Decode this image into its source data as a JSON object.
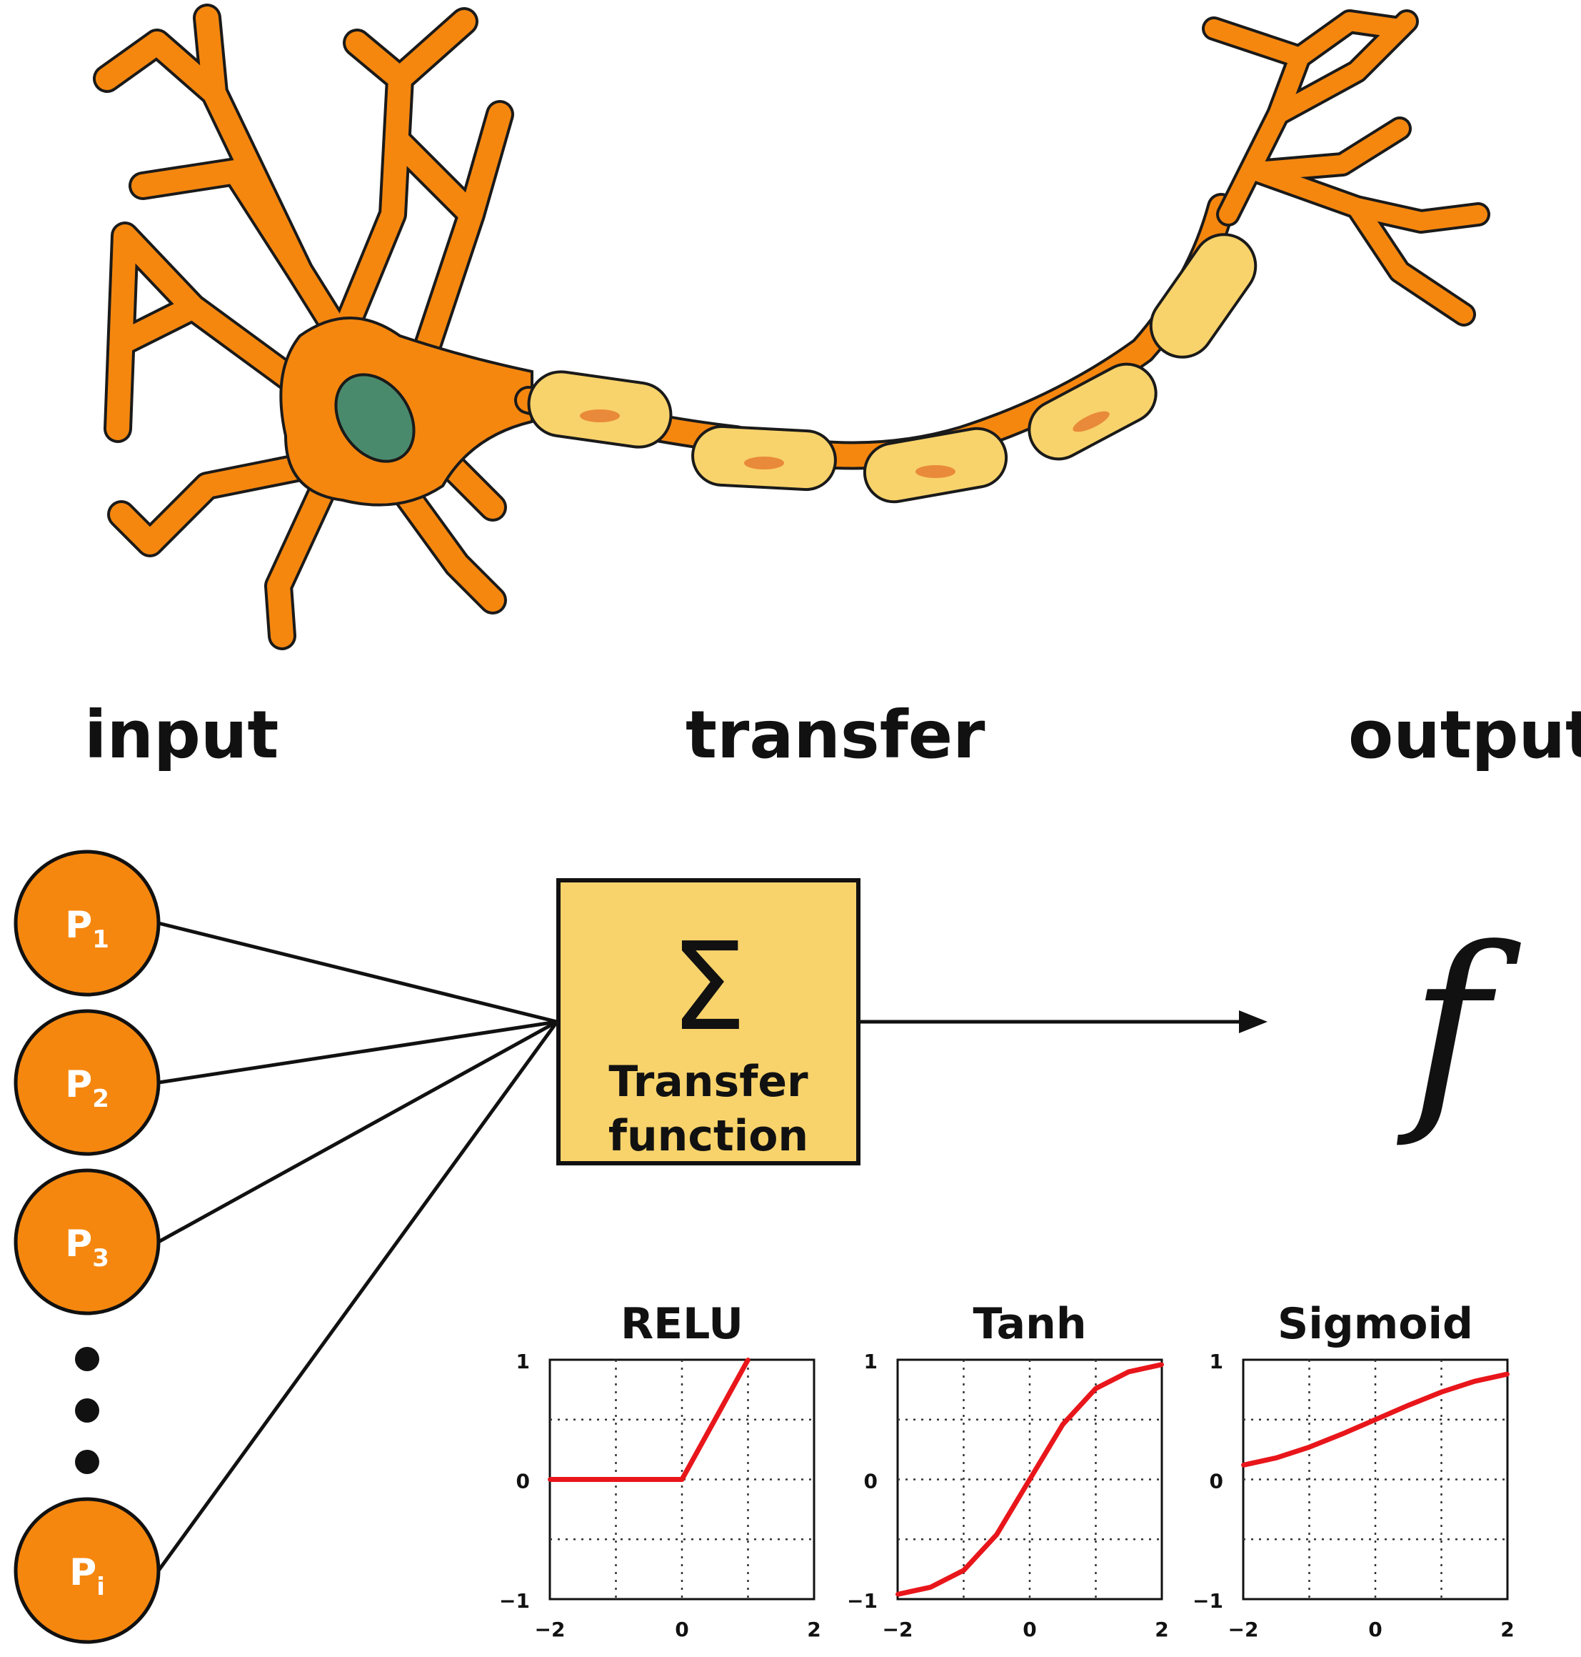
{
  "labels": {
    "input": "input",
    "transfer": "transfer",
    "output": "output"
  },
  "inputs": [
    {
      "base": "P",
      "sub": "1"
    },
    {
      "base": "P",
      "sub": "2"
    },
    {
      "base": "P",
      "sub": "3"
    },
    {
      "base": "P",
      "sub": "i"
    }
  ],
  "transfer_box": {
    "symbol": "Σ",
    "line1": "Transfer",
    "line2": "function"
  },
  "output_symbol": "f",
  "colors": {
    "neuron": "#f5870f",
    "myelin": "#f8d36b",
    "nucleus": "#4a8a6c",
    "box": "#f8d36b",
    "curve": "#e8161b"
  },
  "chart_data": [
    {
      "type": "line",
      "title": "RELU",
      "x": [
        -2,
        0,
        1
      ],
      "y": [
        0,
        0,
        1
      ],
      "xlim": [
        -2,
        2
      ],
      "ylim": [
        -1,
        1
      ],
      "xticks": [
        "−2",
        "0",
        "2"
      ],
      "yticks": [
        "1",
        "0",
        "−1"
      ],
      "grid": true
    },
    {
      "type": "line",
      "title": "Tanh",
      "x": [
        -2,
        -1.5,
        -1,
        -0.5,
        0,
        0.5,
        1,
        1.5,
        2
      ],
      "y": [
        -0.96,
        -0.9,
        -0.76,
        -0.46,
        0,
        0.46,
        0.76,
        0.9,
        0.96
      ],
      "xlim": [
        -2,
        2
      ],
      "ylim": [
        -1,
        1
      ],
      "xticks": [
        "−2",
        "0",
        "2"
      ],
      "yticks": [
        "1",
        "0",
        "−1"
      ],
      "grid": true
    },
    {
      "type": "line",
      "title": "Sigmoid",
      "x": [
        -2,
        -1.5,
        -1,
        -0.5,
        0,
        0.5,
        1,
        1.5,
        2
      ],
      "y": [
        0.12,
        0.18,
        0.27,
        0.38,
        0.5,
        0.62,
        0.73,
        0.82,
        0.88
      ],
      "xlim": [
        -2,
        2
      ],
      "ylim": [
        -1,
        1
      ],
      "xticks": [
        "−2",
        "0",
        "2"
      ],
      "yticks": [
        "1",
        "0",
        "−1"
      ],
      "grid": true
    }
  ]
}
